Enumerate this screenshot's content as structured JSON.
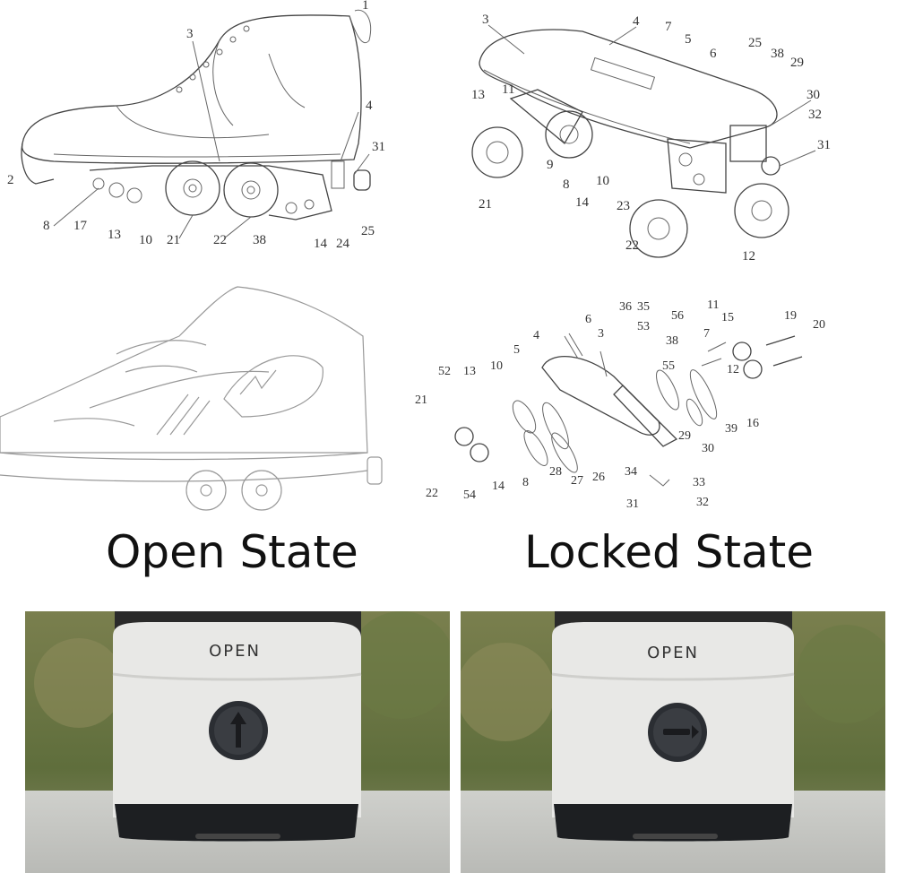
{
  "captions": {
    "open": "Open State",
    "locked": "Locked State"
  },
  "photos": {
    "open_label": "OPEN",
    "locked_label": "OPEN"
  },
  "side_view_callouts": [
    "1",
    "2",
    "3",
    "4",
    "8",
    "17",
    "13",
    "10",
    "21",
    "22",
    "38",
    "14",
    "24",
    "25",
    "31"
  ],
  "iso_view_callouts": [
    "3",
    "4",
    "7",
    "5",
    "6",
    "25",
    "38",
    "29",
    "30",
    "32",
    "31",
    "13",
    "11",
    "9",
    "8",
    "10",
    "14",
    "23",
    "21",
    "22",
    "12"
  ],
  "exploded_callouts": [
    "6",
    "36",
    "35",
    "3",
    "53",
    "56",
    "11",
    "15",
    "19",
    "20",
    "4",
    "5",
    "38",
    "7",
    "10",
    "13",
    "52",
    "55",
    "12",
    "21",
    "39",
    "16",
    "29",
    "30",
    "22",
    "14",
    "8",
    "28",
    "27",
    "26",
    "34",
    "33",
    "32",
    "31",
    "54"
  ],
  "colors": {
    "photo_bg_green": "#6e7a4a",
    "housing_white": "#e8e8e6",
    "sole_black": "#1d1f22",
    "knob_dark": "#2b2e33"
  },
  "icons": [
    "shoe-sketch",
    "roller-mechanism",
    "knob-arrow-up",
    "knob-arrow-side"
  ]
}
